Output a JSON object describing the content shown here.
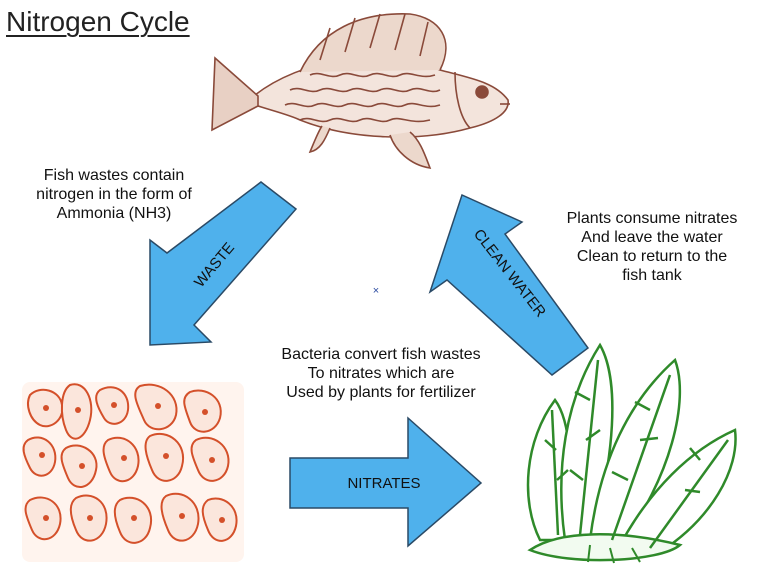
{
  "title": "Nitrogen Cycle",
  "texts": {
    "fish_waste": "Fish wastes contain\nnitrogen in the form of\nAmmonia (NH3)",
    "plants_consume": "Plants consume nitrates\nAnd leave the water\nClean to return to the\nfish tank",
    "bacteria_convert": "Bacteria convert fish wastes\nTo nitrates which are\nUsed by plants for fertilizer"
  },
  "arrows": {
    "waste": "WASTE",
    "nitrates": "NITRATES",
    "clean_water": "CLEAN WATER"
  },
  "center_mark": "×",
  "colors": {
    "arrow_fill": "#4fb1ec",
    "arrow_stroke": "#2a4a66",
    "fish": "#8a4a3a",
    "bacteria": "#d4502a",
    "plant": "#2f8a2a"
  },
  "icons": {
    "fish": "fish-illustration",
    "bacteria": "bacteria-illustration",
    "plant": "lettuce-illustration"
  }
}
